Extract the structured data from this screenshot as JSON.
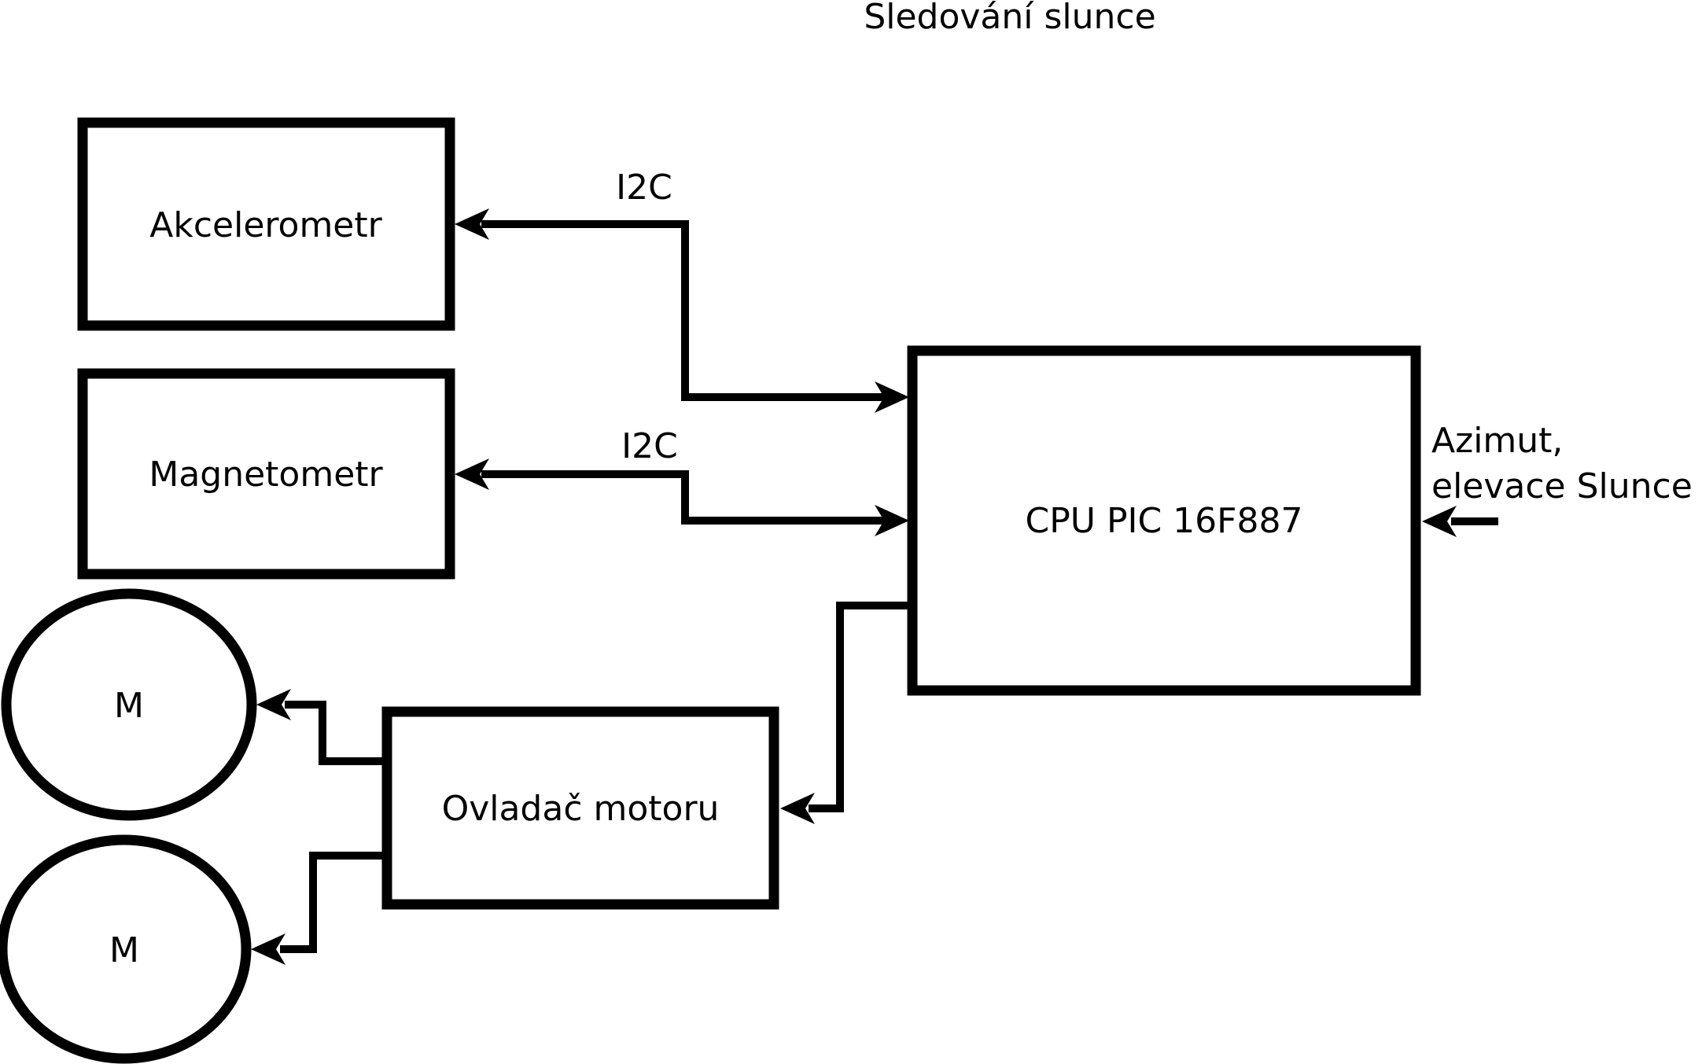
{
  "diagram": {
    "title": "Sledování slunce",
    "nodes": {
      "akcelerometr": {
        "label": "Akcelerometr"
      },
      "magnetometr": {
        "label": "Magnetometr"
      },
      "cpu": {
        "label": "CPU PIC 16F887"
      },
      "ovladac_motoru": {
        "label": "Ovladač motoru"
      },
      "motor_1": {
        "label": "M"
      },
      "motor_2": {
        "label": "M"
      }
    },
    "edges": {
      "i2c_akcelerometr": {
        "label": "I2C"
      },
      "i2c_magnetometr": {
        "label": "I2C"
      }
    },
    "external_input": {
      "line1": "Azimut,",
      "line2": "elevace Slunce"
    },
    "colors": {
      "ink": "#000000",
      "background": "#ffffff"
    }
  }
}
